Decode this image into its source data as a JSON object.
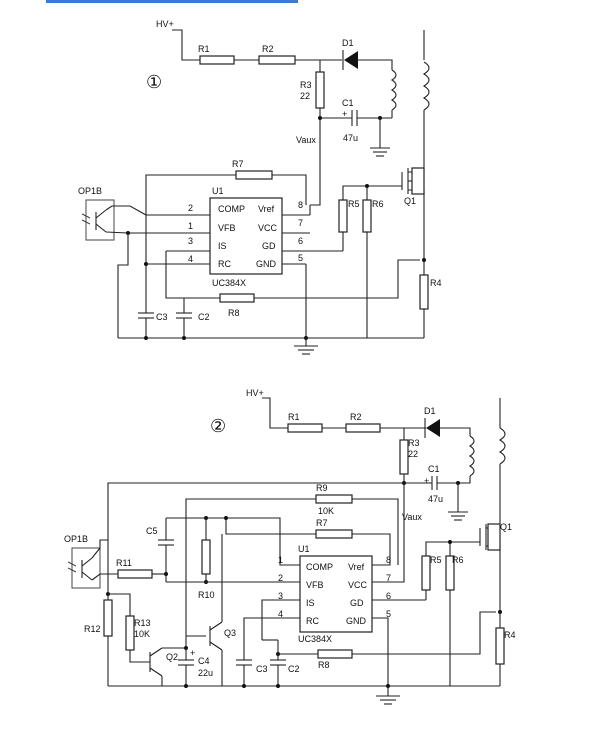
{
  "accent": "#3b7bd8",
  "circuit1": {
    "marker": "①",
    "labels": {
      "hv": "HV+",
      "r1": "R1",
      "r2": "R2",
      "d1": "D1",
      "r3": "R3",
      "r3v": "22",
      "c1": "C1",
      "c1v": "47u",
      "plus": "+",
      "vaux": "Vaux",
      "r7": "R7",
      "u1": "U1",
      "op": "OP1B",
      "r5": "R5",
      "r6": "R6",
      "q1": "Q1",
      "c3": "C3",
      "c2": "C2",
      "r8": "R8",
      "r4": "R4",
      "chip": "UC384X"
    },
    "pins_left": [
      {
        "num": "2",
        "name": "COMP"
      },
      {
        "num": "1",
        "name": "VFB"
      },
      {
        "num": "3",
        "name": "IS"
      },
      {
        "num": "4",
        "name": "RC"
      }
    ],
    "pins_right": [
      {
        "num": "8",
        "name": "Vref"
      },
      {
        "num": "7",
        "name": "VCC"
      },
      {
        "num": "6",
        "name": "GD"
      },
      {
        "num": "5",
        "name": "GND"
      }
    ]
  },
  "circuit2": {
    "marker": "②",
    "labels": {
      "hv": "HV+",
      "r1": "R1",
      "r2": "R2",
      "d1": "D1",
      "r3": "R3",
      "r3v": "22",
      "c1": "C1",
      "c1v": "47u",
      "plus": "+",
      "r9": "R9",
      "r9v": "10K",
      "vaux": "Vaux",
      "r7": "R7",
      "c5": "C5",
      "u1": "U1",
      "op": "OP1B",
      "r11": "R11",
      "r10": "R10",
      "r12": "R12",
      "r13": "R13",
      "r13v": "10K",
      "q2": "Q2",
      "c4": "C4",
      "c4v": "22u",
      "c4plus": "+",
      "q3": "Q3",
      "c3": "C3",
      "c2": "C2",
      "r8": "R8",
      "r5": "R5",
      "r6": "R6",
      "q1": "Q1",
      "r4": "R4",
      "chip": "UC384X"
    },
    "pins_left": [
      {
        "num": "1",
        "name": "COMP"
      },
      {
        "num": "2",
        "name": "VFB"
      },
      {
        "num": "3",
        "name": "IS"
      },
      {
        "num": "4",
        "name": "RC"
      }
    ],
    "pins_right": [
      {
        "num": "8",
        "name": "Vref"
      },
      {
        "num": "7",
        "name": "VCC"
      },
      {
        "num": "6",
        "name": "GD"
      },
      {
        "num": "5",
        "name": "GND"
      }
    ]
  }
}
